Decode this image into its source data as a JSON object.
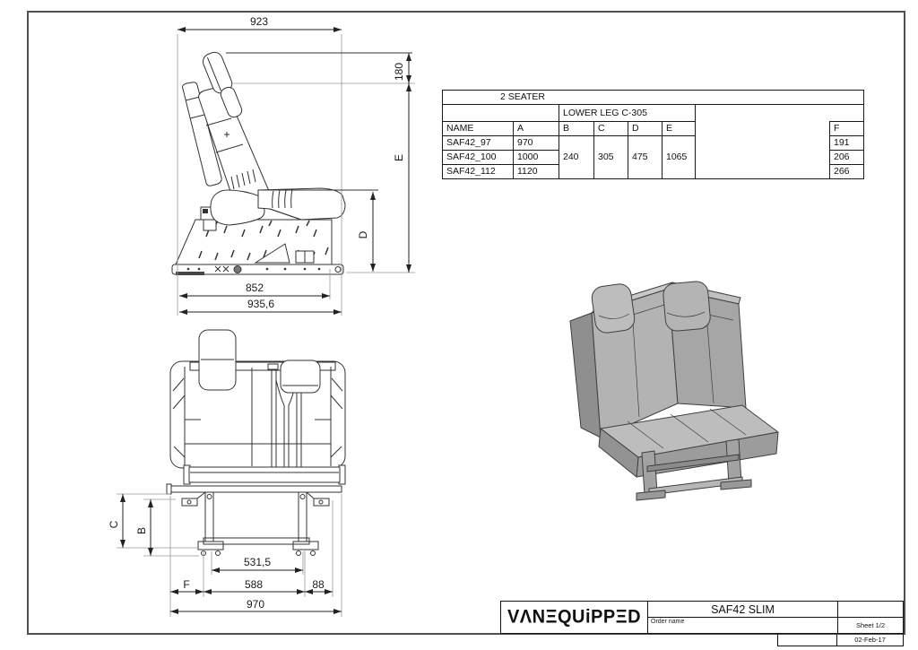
{
  "page": {
    "frame_color": "#4f5052",
    "line_color": "#333333",
    "render_gray": "#b3b3b3"
  },
  "table": {
    "group_header": "2 SEATER",
    "leg_header": "LOWER LEG C-305",
    "col_name": "NAME",
    "col_a": "A",
    "col_b": "B",
    "col_c": "C",
    "col_d": "D",
    "col_e": "E",
    "col_f": "F",
    "shared": {
      "b": "240",
      "c": "305",
      "d": "475",
      "e": "1065"
    },
    "rows": [
      {
        "name": "SAF42_97",
        "a": "970",
        "f": "191"
      },
      {
        "name": "SAF42_100",
        "a": "1000",
        "f": "206"
      },
      {
        "name": "SAF42_112",
        "a": "1120",
        "f": "266"
      }
    ]
  },
  "side_view": {
    "dim_top_width": "923",
    "dim_headrest": "180",
    "dim_e": "E",
    "dim_d": "D",
    "dim_base": "852",
    "dim_overall": "935,6"
  },
  "front_view": {
    "dim_c": "C",
    "dim_b": "B",
    "dim_inner": "531,5",
    "dim_f": "F",
    "dim_leg": "588",
    "dim_offset": "88",
    "dim_overall": "970"
  },
  "title_block": {
    "logo": "VΛNΞQUiPPΞD",
    "product": "SAF42 SLIM",
    "order_label": "Order name",
    "sheet": "Sheet 1/2",
    "date": "02-Feb-17"
  }
}
